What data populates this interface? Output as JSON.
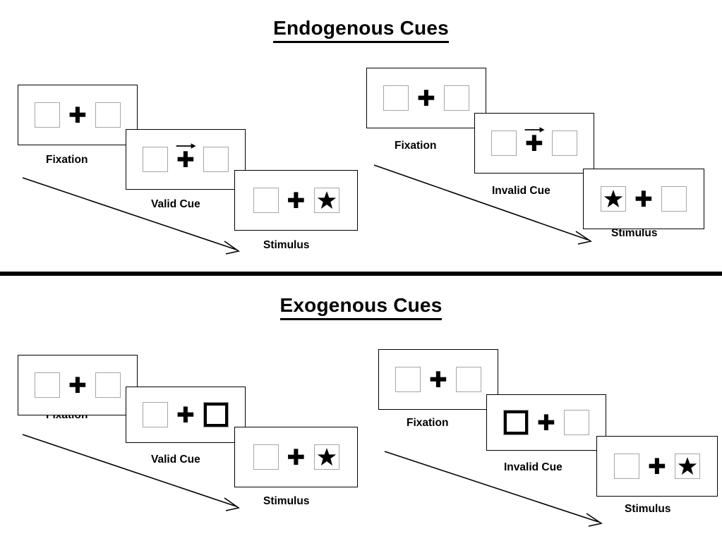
{
  "figure": {
    "background_color": "#ffffff",
    "line_color": "#000000",
    "box_border_color": "#a6a6a6",
    "cue_highlight_color": "#000000"
  },
  "sections": [
    {
      "id": "endogenous",
      "title": "Endogenous Cues",
      "cue_type": "arrow",
      "sequences": [
        {
          "id": "endogenous-valid",
          "panels": [
            {
              "label": "Fixation",
              "left_box": "empty",
              "right_box": "empty",
              "cue": "none",
              "center": "fixation-cross"
            },
            {
              "label": "Valid Cue",
              "left_box": "empty",
              "right_box": "empty",
              "cue": "arrow-right",
              "center": "fixation-cross"
            },
            {
              "label": "Stimulus",
              "left_box": "empty",
              "right_box": "star",
              "cue": "none",
              "center": "fixation-cross"
            }
          ]
        },
        {
          "id": "endogenous-invalid",
          "panels": [
            {
              "label": "Fixation",
              "left_box": "empty",
              "right_box": "empty",
              "cue": "none",
              "center": "fixation-cross"
            },
            {
              "label": "Invalid Cue",
              "left_box": "empty",
              "right_box": "empty",
              "cue": "arrow-right",
              "center": "fixation-cross"
            },
            {
              "label": "Stimulus",
              "left_box": "star",
              "right_box": "empty",
              "cue": "none",
              "center": "fixation-cross"
            }
          ]
        }
      ]
    },
    {
      "id": "exogenous",
      "title": "Exogenous Cues",
      "cue_type": "box-highlight",
      "sequences": [
        {
          "id": "exogenous-valid",
          "panels": [
            {
              "label": "Fixation",
              "left_box": "empty",
              "right_box": "empty",
              "cue": "none",
              "center": "fixation-cross"
            },
            {
              "label": "Valid Cue",
              "left_box": "empty",
              "right_box": "cued",
              "cue": "highlight-right",
              "center": "fixation-cross"
            },
            {
              "label": "Stimulus",
              "left_box": "empty",
              "right_box": "star",
              "cue": "none",
              "center": "fixation-cross"
            }
          ]
        },
        {
          "id": "exogenous-invalid",
          "panels": [
            {
              "label": "Fixation",
              "left_box": "empty",
              "right_box": "empty",
              "cue": "none",
              "center": "fixation-cross"
            },
            {
              "label": "Invalid Cue",
              "left_box": "cued",
              "right_box": "empty",
              "cue": "highlight-left",
              "center": "fixation-cross"
            },
            {
              "label": "Stimulus",
              "left_box": "empty",
              "right_box": "star",
              "cue": "none",
              "center": "fixation-cross"
            }
          ]
        }
      ]
    }
  ],
  "time_arrows": [
    {
      "id": "time-arrow-endogenous-valid",
      "direction": "down-right"
    },
    {
      "id": "time-arrow-endogenous-invalid",
      "direction": "down-right"
    },
    {
      "id": "time-arrow-exogenous-valid",
      "direction": "down-right"
    },
    {
      "id": "time-arrow-exogenous-invalid",
      "direction": "down-right"
    }
  ]
}
